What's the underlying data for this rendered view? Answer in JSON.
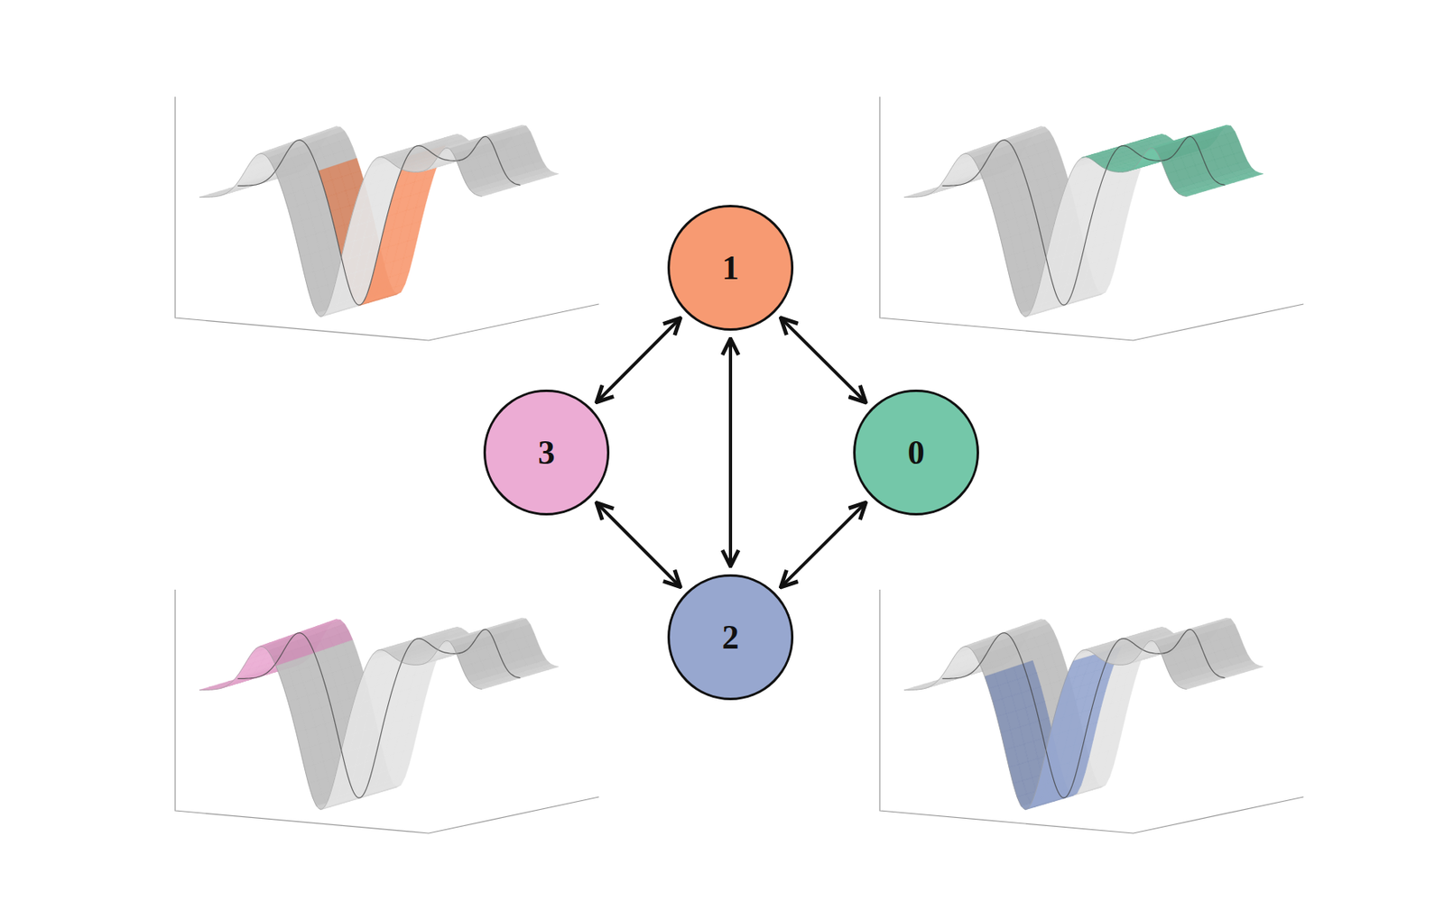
{
  "diagram": {
    "nodes": [
      {
        "text": [
          "1"
        ]
      },
      {
        "text": [
          "3"
        ]
      },
      {
        "text": [
          "0"
        ]
      },
      {
        "text": [
          "2"
        ]
      }
    ],
    "edges": [
      {
        "from": 0,
        "to": 1,
        "arrow": "both"
      },
      {
        "from": 0,
        "to": 3,
        "arrow": "both"
      },
      {
        "from": 0,
        "to": 2,
        "arrow": "both"
      },
      {
        "from": 1,
        "to": 3,
        "arrow": "both"
      },
      {
        "from": 2,
        "to": 3,
        "arrow": "both"
      }
    ]
  }
}
